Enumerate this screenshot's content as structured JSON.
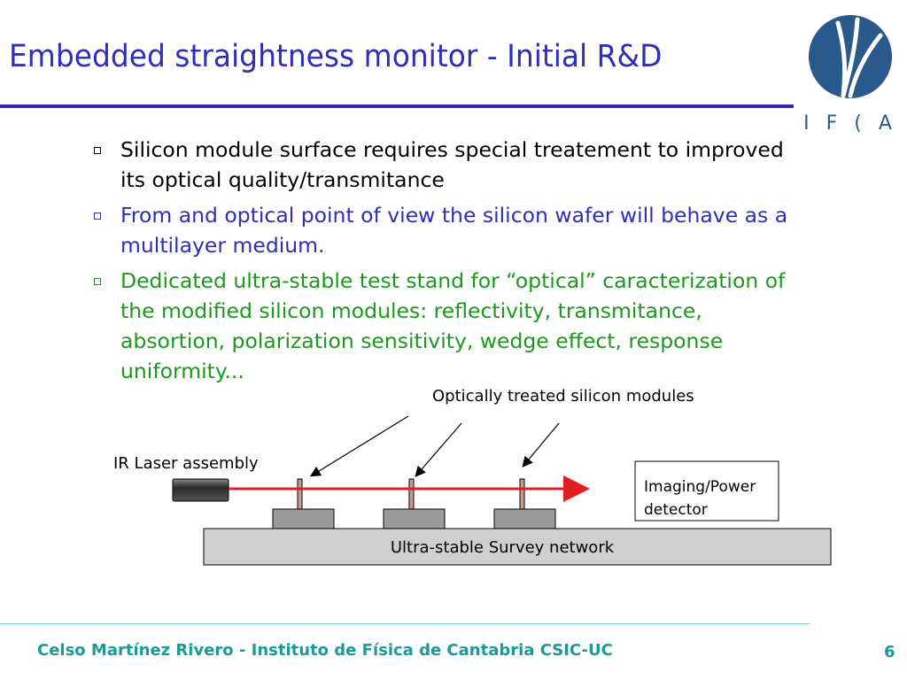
{
  "slide": {
    "title": "Embedded straightness monitor  - Initial  R&D",
    "logo_text": "I F ( A"
  },
  "bullets": [
    {
      "text": "Silicon module surface requires special treatement to improved its optical quality/transmitance",
      "color": "#000000"
    },
    {
      "text": "From and optical point of view the silicon wafer will behave as a multilayer medium.",
      "color": "#2e2eb8"
    },
    {
      "text": "Dedicated ultra-stable test stand for “optical” caracterization of the modified silicon modules: reflectivity, transmitance, absortion, polarization sensitivity, wedge effect, response uniformity...",
      "color": "#1a9a1a"
    }
  ],
  "diagram": {
    "modules_label": "Optically treated silicon modules",
    "laser_label": "IR Laser assembly",
    "detector_label_line1": "Imaging/Power",
    "detector_label_line2": "detector",
    "base_label": "Ultra-stable Survey network",
    "beam_color": "#e02020"
  },
  "footer": {
    "text": "Celso Martínez Rivero - Instituto de Física de Cantabria CSIC-UC",
    "page": "6"
  },
  "colors": {
    "title": "#2e2eb8",
    "footer": "#1a9a9a"
  }
}
